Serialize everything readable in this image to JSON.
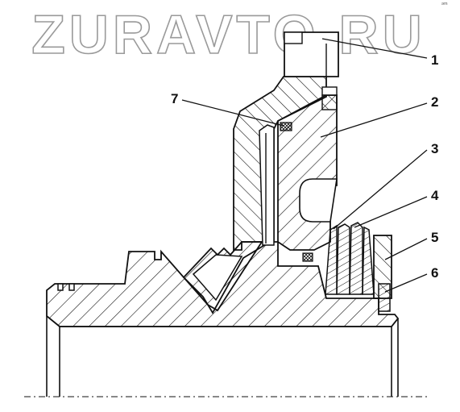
{
  "watermark": "ZURAVTO.RU",
  "corner_mark": "ᵊᵐ",
  "callouts": [
    "1",
    "2",
    "3",
    "4",
    "5",
    "6",
    "7"
  ],
  "colors": {
    "line": "#111111",
    "paper": "#ffffff",
    "watermark_stroke": "#9a9a9a"
  }
}
